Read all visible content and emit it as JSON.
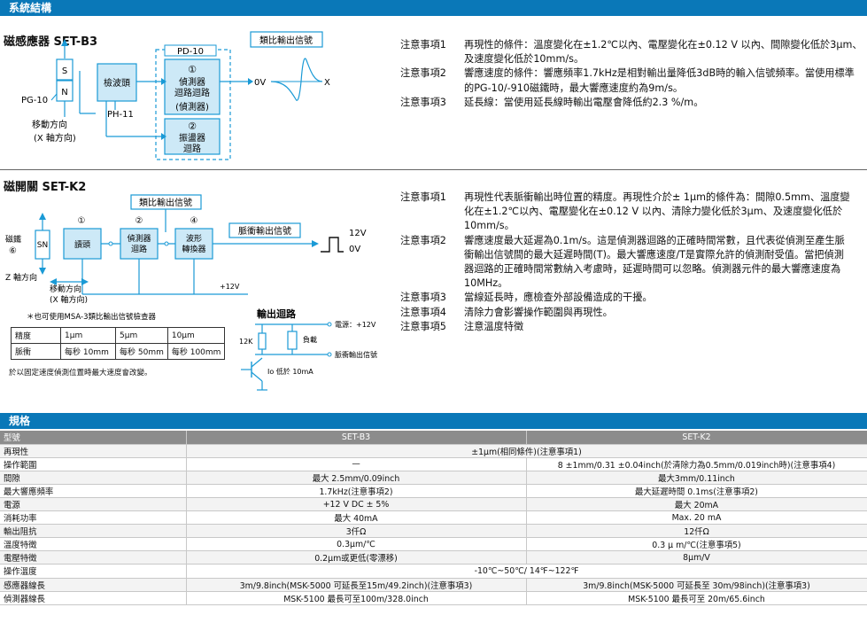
{
  "headers": {
    "system": "系統結構",
    "spec": "規格"
  },
  "b3": {
    "title": "磁感應器 SET-B3",
    "sensor_s": "S",
    "sensor_n": "N",
    "pg": "PG-10",
    "move_dir": "移動方向",
    "axis_dir": "(X 軸方向)",
    "detector_head": "檢波頭",
    "ph": "PH-11",
    "pd": "PD-10",
    "circle1": "①",
    "circle2": "②",
    "circuit1_line1": "偵測器",
    "circuit1_line2": "迴路迴路",
    "circuit1_line3": "(偵測器)",
    "circuit2_line1": "振盪器",
    "circuit2_line2": "迴路",
    "analog_label": "類比輸出信號",
    "ov": "0V",
    "x": "X",
    "notes": [
      {
        "label": "注意事項1",
        "text": "再現性的條件：溫度變化在±1.2℃以內、電壓變化在±0.12 V 以內、間隙變化低於3μm、及速度變化低於10mm/s。"
      },
      {
        "label": "注意事項2",
        "text": "響應速度的條件：響應頻率1.7kHz是相對輸出量降低3dB時的輸入信號頻率。當使用標準的PG-10/-910磁鐵時，最大響應速度約為9m/s。"
      },
      {
        "label": "注意事項3",
        "text": "延長線：當使用延長線時輸出電壓會降低約2.3 %/m。"
      }
    ]
  },
  "k2": {
    "title": "磁開關 SET-K2",
    "analog_label": "類比輸出信號",
    "pulse_label": "脈衝輸出信號",
    "magnet_line1": "磁鐵",
    "magnet_line2": "⑥",
    "sn": "SN",
    "c1": "①",
    "c2": "②",
    "c4": "④",
    "head": "讀頭",
    "circuit_line1": "偵測器",
    "circuit_line2": "迴路",
    "wave_line1": "波形",
    "wave_line2": "轉換器",
    "v12": "12V",
    "ov": "0V",
    "plus12v": "+12V",
    "z_dir": "Z 軸方向",
    "move_dir": "移動方向",
    "axis_dir": "(X 軸方向)",
    "footnote": "＊也可使用MSA-3類比輸出信號檢查器",
    "mini_table": [
      [
        "精度",
        "1μm",
        "5μm",
        "10μm"
      ],
      [
        "脈衝",
        "每秒 10mm",
        "每秒 50mm",
        "每秒 100mm"
      ]
    ],
    "mini_note": "於以固定速度偵測位置時最大速度會改變。",
    "output_title": "輸出迴路",
    "power": "電源：+12V",
    "r12k": "12K",
    "load": "負載",
    "pulse_out": "脈衝輸出信號",
    "io": "Io 低於 10mA",
    "notes": [
      {
        "label": "注意事項1",
        "text": "再現性代表脈衝輸出時位置的精度。再現性介於± 1μm的條件為：間隙0.5mm、溫度變化在±1.2℃以內、電壓變化在±0.12 V 以內、清除力變化低於3μm、及速度變化低於10mm/s。"
      },
      {
        "label": "注意事項2",
        "text": "響應速度最大延遲為0.1m/s。這是偵測器迴路的正確時間常數，且代表從偵測至產生脈衝輸出信號間的最大延遲時間(T)。最大響應速度/T是實際允許的偵測耐受值。當把偵測器迴路的正確時間常數納入考慮時，延遲時間可以忽略。偵測器元件的最大響應速度為10MHz。"
      },
      {
        "label": "注意事項3",
        "text": "當線延長時，應檢查外部設備造成的干擾。"
      },
      {
        "label": "注意事項4",
        "text": "清除力會影響操作範圍與再現性。"
      },
      {
        "label": "注意事項5",
        "text": "注意溫度特徵"
      }
    ]
  },
  "spec": {
    "header": [
      "型號",
      "SET-B3",
      "SET-K2"
    ],
    "rows": [
      {
        "name": "再現性",
        "merged": "±1μm(相同條件)(注意事項1)"
      },
      {
        "name": "操作範圍",
        "b3": "—",
        "k2": "8 ±1mm/0.31 ±0.04inch(於清除力為0.5mm/0.019inch時)(注意事項4)"
      },
      {
        "name": "間隙",
        "b3": "最大 2.5mm/0.09inch",
        "k2": "最大3mm/0.11inch"
      },
      {
        "name": "最大響應頻率",
        "b3": "1.7kHz(注意事項2)",
        "k2": "最大延遲時間 0.1ms(注意事項2)"
      },
      {
        "name": "電源",
        "b3": "+12 V DC ± 5%",
        "k2": "最大 20mA"
      },
      {
        "name": "消耗功率",
        "b3": "最大 40mA",
        "k2": "Max. 20 mA"
      },
      {
        "name": "輸出阻抗",
        "b3": "3仟Ω",
        "k2": "12仟Ω"
      },
      {
        "name": "溫度特徵",
        "b3": "0.3μm/℃",
        "k2": "0.3 μ m/℃(注意事項5)"
      },
      {
        "name": "電壓特徵",
        "b3": "0.2μm或更低(零漂移)",
        "k2": "8μm/V"
      },
      {
        "name": "操作溫度",
        "merged": "-10℃~50℃/ 14℉~122℉"
      },
      {
        "name": "感應器線長",
        "b3": "3m/9.8inch(MSK-5000 可延長至15m/49.2inch)(注意事項3)",
        "k2": "3m/9.8inch(MSK-5000 可延長至 30m/98inch)(注意事項3)"
      },
      {
        "name": "偵測器線長",
        "b3": "MSK-5100 最長可至100m/328.0inch",
        "k2": "MSK-5100 最長可至 20m/65.6inch"
      }
    ]
  }
}
